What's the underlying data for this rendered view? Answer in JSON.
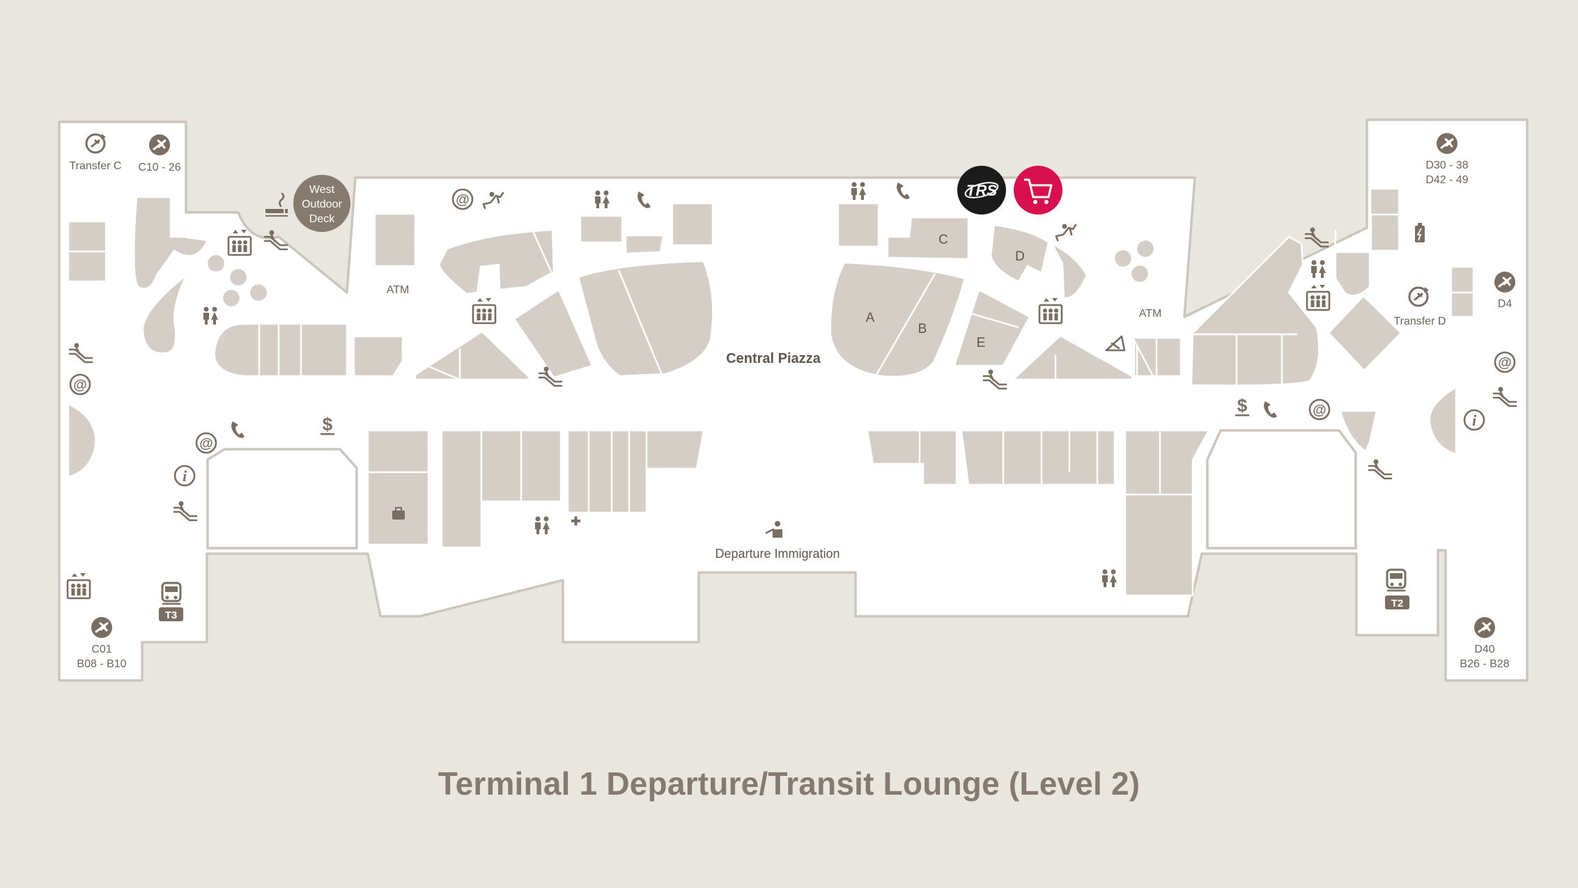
{
  "title": "Terminal 1 Departure/Transit Lounge (Level 2)",
  "colors": {
    "background": "#e9e6e0",
    "floor": "#ffffff",
    "outline": "#cbc5bc",
    "shop": "#d4cec6",
    "icon": "#7a6e63",
    "west_deck": "#877a6e",
    "trs_badge": "#1b1b1b",
    "shopping_badge": "#d9104f"
  },
  "labels": {
    "transfer_c": "Transfer C",
    "c10_26": "C10 - 26",
    "west_deck_1": "West",
    "west_deck_2": "Outdoor",
    "west_deck_3": "Deck",
    "d30_38": "D30 - 38",
    "d42_49": "D42 - 49",
    "d4": "D4",
    "transfer_d": "Transfer D",
    "atm_left": "ATM",
    "atm_right": "ATM",
    "central_piazza": "Central Piazza",
    "departure_immigration": "Departure Immigration",
    "c01": "C01",
    "b08_b10": "B08 - B10",
    "d40": "D40",
    "b26_b28": "B26 - B28",
    "t3": "T3",
    "t2": "T2",
    "trs": "TRS"
  },
  "shop_letters": [
    "A",
    "B",
    "C",
    "D",
    "E"
  ],
  "icons": [
    "transfer-icon",
    "gate-plane-icon",
    "smoking-icon",
    "lift-icon",
    "escalator-icon",
    "toilet-icon",
    "internet-icon",
    "rest-area-icon",
    "telephone-icon",
    "money-exchange-icon",
    "information-icon",
    "first-aid-icon",
    "luggage-icon",
    "immigration-icon",
    "charging-icon",
    "art-icon",
    "skytrain-icon",
    "trs-icon",
    "shopping-cart-icon"
  ]
}
